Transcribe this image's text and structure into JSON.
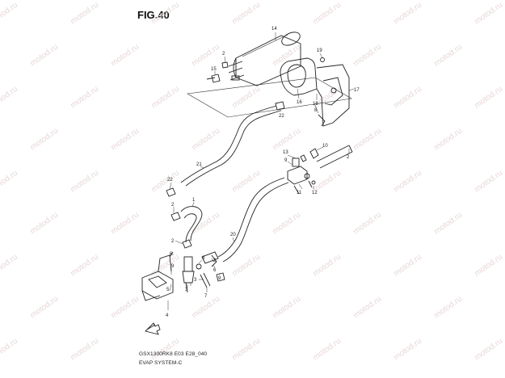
{
  "figure": {
    "title": "FIG.40",
    "code": "GSX1300RK8 E03 E28_040",
    "name": "EVAP SYSTEM-C"
  },
  "watermark": {
    "text": "motod.ru",
    "color": "#e7d7d7"
  },
  "callouts": {
    "p1": "1",
    "p2a": "2",
    "p2b": "2",
    "p2c": "2",
    "p2d": "2",
    "p3": "3",
    "p4": "4",
    "p5": "5",
    "p6": "6",
    "p7": "7",
    "p8": "8",
    "p9": "9",
    "p10": "10",
    "p11": "11",
    "p12": "12",
    "p13": "13",
    "p14": "14",
    "p15": "15",
    "p16": "16",
    "p17": "17",
    "p18": "18",
    "p19": "19",
    "p20": "20",
    "p21": "21",
    "p22a": "22",
    "p22b": "22"
  },
  "icons": {
    "front_arrow": "front-direction-arrow-icon"
  }
}
